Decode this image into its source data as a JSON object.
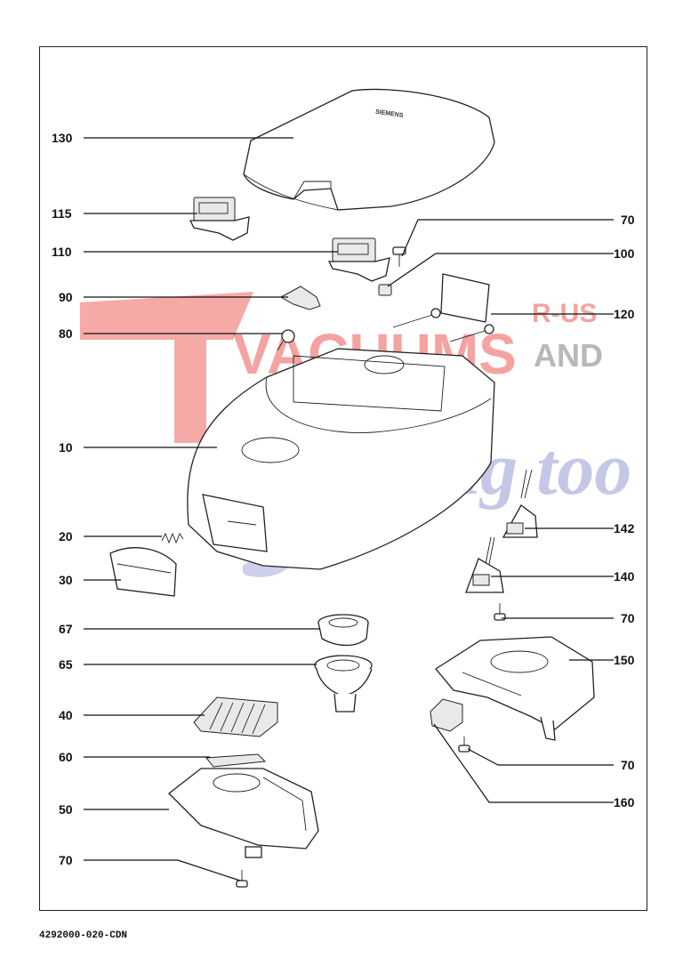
{
  "document": {
    "number": "4292000-020-CDN"
  },
  "watermark": {
    "main": "VACUUMS",
    "r_us": "R-US",
    "and": "AND",
    "sewing": "Sewing too"
  },
  "callouts": {
    "p130": "130",
    "p115": "115",
    "p110": "110",
    "p90": "90",
    "p80": "80",
    "p10": "10",
    "p20": "20",
    "p30": "30",
    "p67": "67",
    "p65": "65",
    "p40": "40",
    "p60": "60",
    "p50": "50",
    "p70_bottom": "70",
    "p70_top": "70",
    "p100": "100",
    "p120": "120",
    "p142": "142",
    "p140": "140",
    "p70_mid": "70",
    "p150": "150",
    "p70_right": "70",
    "p160": "160"
  },
  "cover_label": "SIEMENS"
}
